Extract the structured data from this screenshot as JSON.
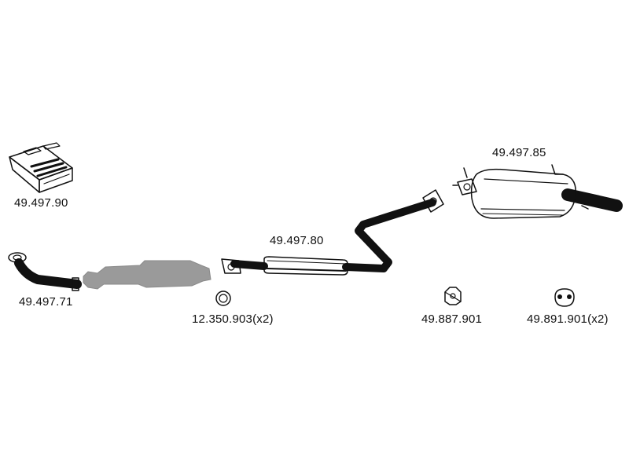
{
  "parts": [
    {
      "id": "kit",
      "part_number": "49.497.90",
      "icon": "mounting-kit-box-icon"
    },
    {
      "id": "front-pipe",
      "part_number": "49.497.71",
      "icon": "front-pipe-icon"
    },
    {
      "id": "catalytic",
      "part_number": "",
      "icon": "catalytic-converter-icon"
    },
    {
      "id": "gasket",
      "part_number": "12.350.903(x2)",
      "icon": "gasket-ring-icon"
    },
    {
      "id": "middle-silencer",
      "part_number": "49.497.80",
      "icon": "middle-silencer-icon"
    },
    {
      "id": "rear-silencer",
      "part_number": "49.497.85",
      "icon": "rear-silencer-icon"
    },
    {
      "id": "hanger-a",
      "part_number": "49.887.901",
      "icon": "rubber-hanger-icon"
    },
    {
      "id": "hanger-b",
      "part_number": "49.891.901(x2)",
      "icon": "rubber-hanger-icon"
    }
  ],
  "colors": {
    "line": "#111111",
    "fill": "#ffffff",
    "catalytic_fill": "#9a9a9a"
  }
}
